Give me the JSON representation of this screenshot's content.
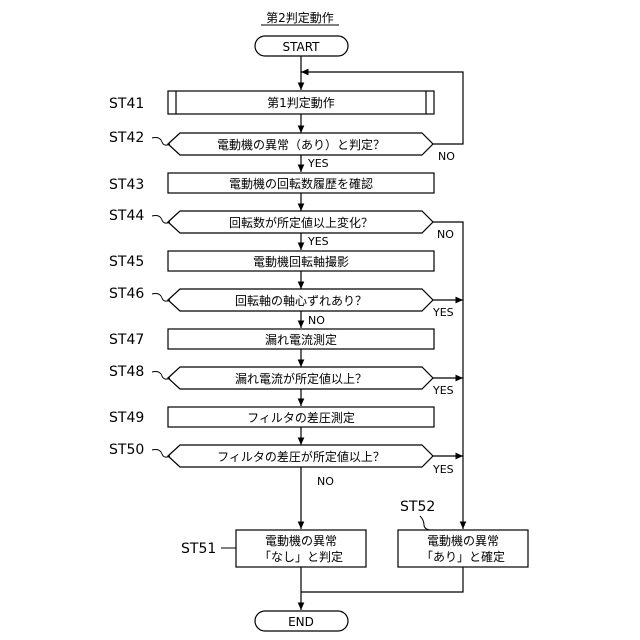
{
  "title": "第2判定動作",
  "start": "START",
  "end": "END",
  "steps": {
    "st41": {
      "label": "ST41",
      "text": "第1判定動作"
    },
    "st42": {
      "label": "ST42",
      "text": "電動機の異常（あり）と判定？",
      "no": "NO",
      "yes": "YES"
    },
    "st43": {
      "label": "ST43",
      "text": "電動機の回転数履歴を確認"
    },
    "st44": {
      "label": "ST44",
      "text": "回転数が所定値以上変化？",
      "no": "NO",
      "yes": "YES"
    },
    "st45": {
      "label": "ST45",
      "text": "電動機回転軸撮影"
    },
    "st46": {
      "label": "ST46",
      "text": "回転軸の軸心ずれあり？",
      "yes": "YES",
      "no": "NO"
    },
    "st47": {
      "label": "ST47",
      "text": "漏れ電流測定"
    },
    "st48": {
      "label": "ST48",
      "text": "漏れ電流が所定値以上？",
      "yes": "YES"
    },
    "st49": {
      "label": "ST49",
      "text": "フィルタの差圧測定"
    },
    "st50": {
      "label": "ST50",
      "text": "フィルタの差圧が所定値以上？",
      "yes": "YES",
      "no": "NO"
    },
    "st51": {
      "label": "ST51",
      "line1": "電動機の異常",
      "line2": "「なし」と判定"
    },
    "st52": {
      "label": "ST52",
      "line1": "電動機の異常",
      "line2": "「あり」と確定"
    }
  }
}
